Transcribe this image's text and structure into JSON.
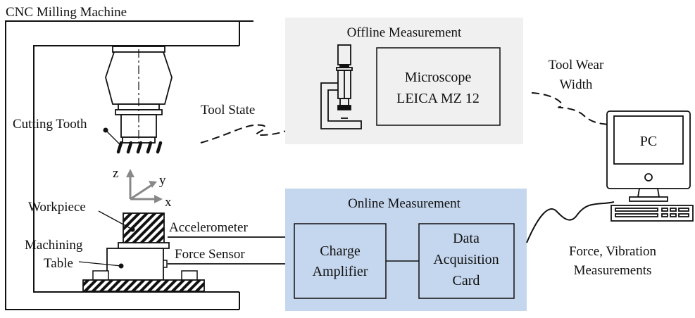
{
  "title": "CNC Milling Machine",
  "labels": {
    "cutting_tooth": "Cutting Tooth",
    "workpiece": "Workpiece",
    "machining_table_line1": "Machining",
    "machining_table_line2": "Table",
    "accelerometer": "Accelerometer",
    "force_sensor": "Force Sensor",
    "tool_state": "Tool State",
    "tool_wear_line1": "Tool Wear",
    "tool_wear_line2": "Width",
    "force_vibration_line1": "Force, Vibration",
    "force_vibration_line2": "Measurements"
  },
  "axes": {
    "z": "z",
    "y": "y",
    "x": "x"
  },
  "offline": {
    "title": "Offline Measurement",
    "microscope_line1": "Microscope",
    "microscope_line2": "LEICA MZ 12",
    "panel_color": "#f0f0f0"
  },
  "online": {
    "title": "Online Measurement",
    "charge_line1": "Charge",
    "charge_line2": "Amplifier",
    "daq_line1": "Data",
    "daq_line2": "Acquisition",
    "daq_line3": "Card",
    "panel_color": "#c5d7ee"
  },
  "pc": {
    "label": "PC"
  }
}
